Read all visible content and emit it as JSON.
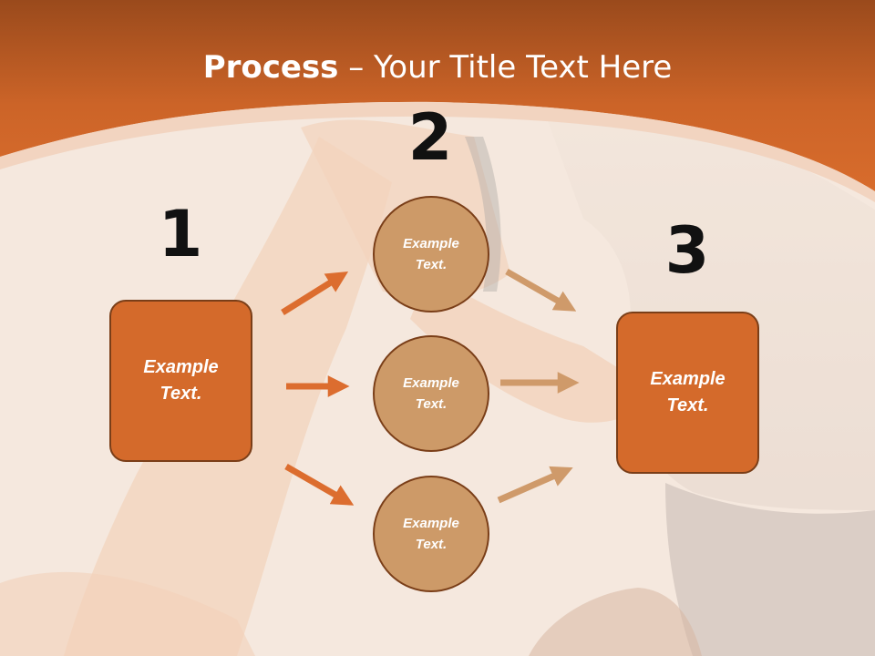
{
  "slide": {
    "title_strong": "Process",
    "title_rest": " – Your Title Text Here"
  },
  "colors": {
    "header_orange": "#d4682a",
    "header_dark": "#a4501d",
    "box_fill": "#d46a2b",
    "circle_fill": "#cd9a68",
    "outline": "#7a3e18",
    "arrow_dark": "#dc6d2f",
    "arrow_light": "#cf9a6a"
  },
  "steps": [
    {
      "number": "1",
      "label": "Example Text."
    },
    {
      "number": "2",
      "label": "Example Text."
    },
    {
      "number": "3",
      "label": "Example Text."
    }
  ],
  "middle_nodes": [
    {
      "label": "Example Text."
    },
    {
      "label": "Example Text."
    },
    {
      "label": "Example Text."
    }
  ]
}
